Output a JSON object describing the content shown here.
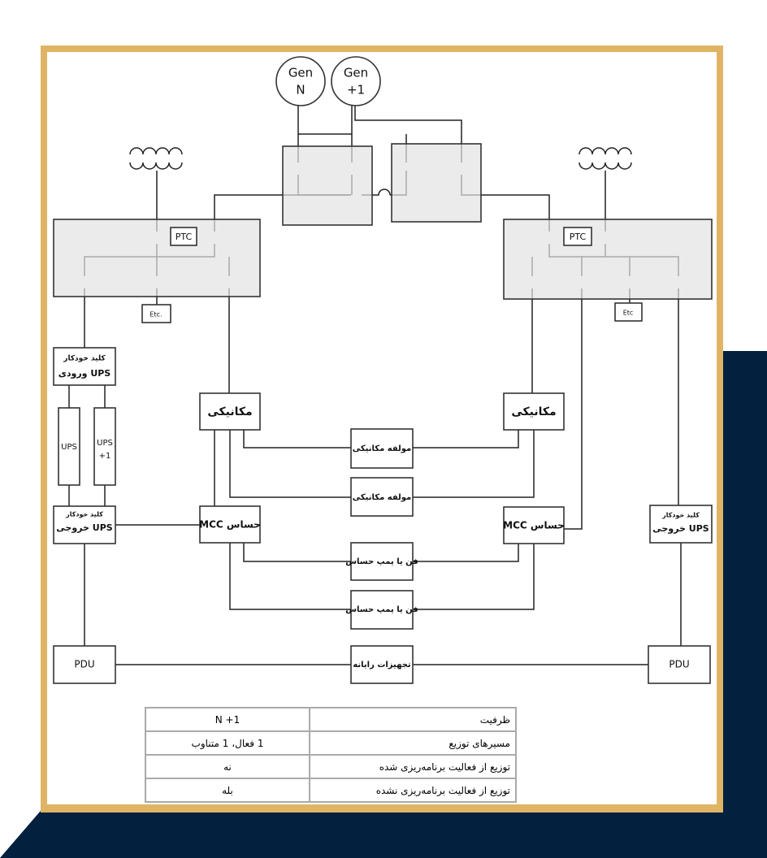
{
  "colors": {
    "frame": "#dfb565",
    "navy": "#03203f",
    "panel": "#e3e3e3"
  },
  "generators": [
    {
      "line1": "Gen",
      "line2": "N"
    },
    {
      "line1": "Gen",
      "line2": "+1"
    }
  ],
  "ptc": [
    "PTC",
    "PTC"
  ],
  "etc": [
    "Etc.",
    "Etc"
  ],
  "ups_input_switch": {
    "line1": "کلید خودکار",
    "line2": "ورودی UPS"
  },
  "ups_units": [
    {
      "line1": "UPS",
      "line2": ""
    },
    {
      "line1": "UPS",
      "line2": "+1"
    }
  ],
  "ups_output_switch": {
    "line1": "کلید خودکار",
    "line2": "خروجی UPS"
  },
  "mechanical": [
    "مکانیکی",
    "مکانیکی"
  ],
  "mcc": [
    "MCC حساس",
    "MCC حساس"
  ],
  "center": [
    "مولفه مکانیکی",
    "مولفه مکانیکی",
    "فن یا پمپ حساس",
    "فن یا پمپ حساس",
    "تجهیزات رایانه"
  ],
  "pdu": [
    "PDU",
    "PDU"
  ],
  "table": [
    {
      "key": "ظرفیت",
      "value": "N +1"
    },
    {
      "key": "مسیرهای توزیع",
      "value": "1 فعال، 1 متناوب"
    },
    {
      "key": "توزیع از فعالیت برنامه‌ریزی شده",
      "value": "نه"
    },
    {
      "key": "توزیع از فعالیت برنامه‌ریزی نشده",
      "value": "بله"
    }
  ]
}
